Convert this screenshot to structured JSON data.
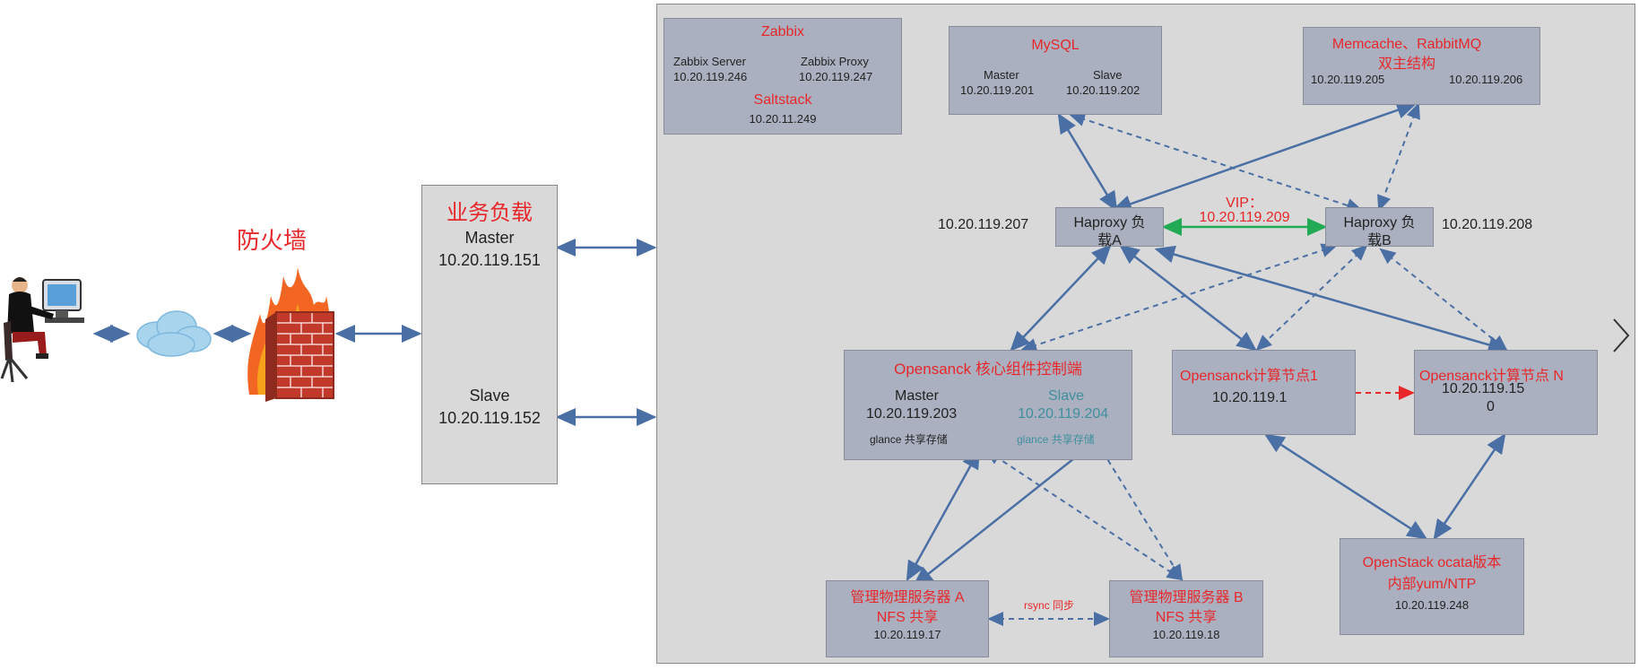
{
  "firewall_label": "防火墙",
  "biz_load": {
    "title": "业务负载",
    "master_label": "Master",
    "master_ip": "10.20.119.151",
    "slave_label": "Slave",
    "slave_ip": "10.20.119.152"
  },
  "zabbix": {
    "title": "Zabbix",
    "server_label": "Zabbix  Server",
    "server_ip": "10.20.119.246",
    "proxy_label": "Zabbix Proxy",
    "proxy_ip": "10.20.119.247",
    "salt_title": "Saltstack",
    "salt_ip": "10.20.11.249"
  },
  "mysql": {
    "title": "MySQL",
    "master_label": "Master",
    "master_ip": "10.20.119.201",
    "slave_label": "Slave",
    "slave_ip": "10.20.119.202"
  },
  "memcache": {
    "title": "Memcache、RabbitMQ",
    "subtitle": "双主结构",
    "ip_a": "10.20.119.205",
    "ip_b": "10.20.119.206"
  },
  "haproxy_a": {
    "label_line1": "Haproxy  负",
    "label_line2": "载A",
    "ip": "10.20.119.207"
  },
  "haproxy_b": {
    "label_line1": "Haproxy  负",
    "label_line2": "载B",
    "ip": "10.20.119.208"
  },
  "vip": {
    "label": "VIP：",
    "ip": "10.20.119.209"
  },
  "controller": {
    "title": "Opensanck 核心组件控制端",
    "master_label": "Master",
    "master_ip": "10.20.119.203",
    "master_storage": "glance 共享存储",
    "slave_label": "Slave",
    "slave_ip": "10.20.119.204",
    "slave_storage": "glance  共享存储"
  },
  "compute1": {
    "title": "Opensanck计算节点1",
    "ip": "10.20.119.1"
  },
  "computeN": {
    "title": "Opensanck计算节点 N",
    "ip_line1": "10.20.119.15",
    "ip_line2": "0"
  },
  "server_a": {
    "title": "管理物理服务器 A",
    "subtitle": "NFS 共享",
    "ip": "10.20.119.17"
  },
  "server_b": {
    "title": "管理物理服务器 B",
    "subtitle": "NFS 共享",
    "ip": "10.20.119.18"
  },
  "rsync": {
    "label": "rsync  同步"
  },
  "openstack": {
    "title": "OpenStack  ocata版本",
    "subtitle": "内部yum/NTP",
    "ip": "10.20.119.248"
  },
  "icons": {
    "user": "user-at-computer-icon",
    "cloud": "cloud-icon",
    "firewall": "firewall-icon",
    "next": "chevron-right-icon"
  },
  "colors": {
    "box_fill": "#aab0bf",
    "arrow": "#4a6fa5",
    "red_text": "#e8272a",
    "vip_arrow": "#22aa55",
    "teal_text": "#3f8f9f"
  }
}
